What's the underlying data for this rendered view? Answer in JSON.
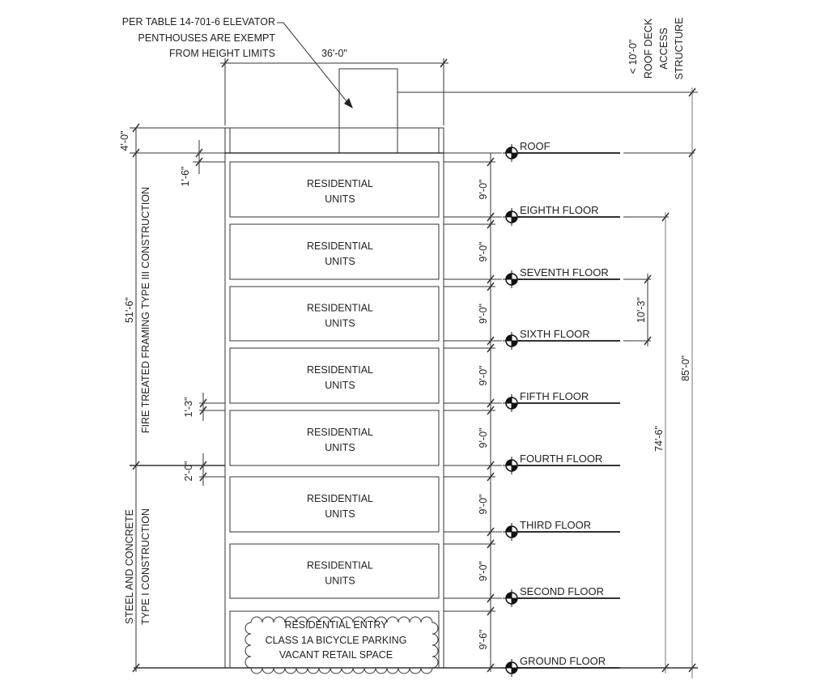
{
  "annotations": {
    "elevator_note": [
      "PER TABLE 14-701-6 ELEVATOR",
      "PENTHOUSES ARE EXEMPT",
      "FROM HEIGHT LIMITS"
    ],
    "roof_deck_note": [
      "< 10'-0\"",
      "ROOF DECK",
      "ACCESS",
      "STRUCTURE"
    ],
    "upper_construction": "FIRE TREATED FRAMING TYPE III CONSTRUCTION",
    "lower_construction": [
      "STEEL AND CONCRETE",
      "TYPE I CONSTRUCTION"
    ],
    "ground_floor_cloud": [
      "RESIDENTIAL ENTRY",
      "CLASS 1A BICYCLE PARKING",
      "VACANT RETAIL SPACE"
    ]
  },
  "dimensions": {
    "building_width": "36'-0\"",
    "parapet": "4'-0\"",
    "roof_structure": "1'-6\"",
    "upper_section": "51'-6\"",
    "floor_slab_upper": "1'-3\"",
    "transfer_slab": "2'-0\"",
    "floor_to_floor": [
      "9'-0\"",
      "9'-0\"",
      "9'-0\"",
      "9'-0\"",
      "9'-0\"",
      "9'-0\"",
      "9'-0\"",
      "9'-6\""
    ],
    "top_floor_height": "10'-3\"",
    "to_eighth_floor": "74'-6\"",
    "to_roof": "85'-0\""
  },
  "spaces": [
    {
      "label": [
        "RESIDENTIAL",
        "UNITS"
      ]
    },
    {
      "label": [
        "RESIDENTIAL",
        "UNITS"
      ]
    },
    {
      "label": [
        "RESIDENTIAL",
        "UNITS"
      ]
    },
    {
      "label": [
        "RESIDENTIAL",
        "UNITS"
      ]
    },
    {
      "label": [
        "RESIDENTIAL",
        "UNITS"
      ]
    },
    {
      "label": [
        "RESIDENTIAL",
        "UNITS"
      ]
    },
    {
      "label": [
        "RESIDENTIAL",
        "UNITS"
      ]
    }
  ],
  "levels": [
    {
      "name": "ROOF"
    },
    {
      "name": "EIGHTH FLOOR"
    },
    {
      "name": "SEVENTH FLOOR"
    },
    {
      "name": "SIXTH FLOOR"
    },
    {
      "name": "FIFTH FLOOR"
    },
    {
      "name": "FOURTH FLOOR"
    },
    {
      "name": "THIRD FLOOR"
    },
    {
      "name": "SECOND FLOOR"
    },
    {
      "name": "GROUND FLOOR"
    }
  ]
}
